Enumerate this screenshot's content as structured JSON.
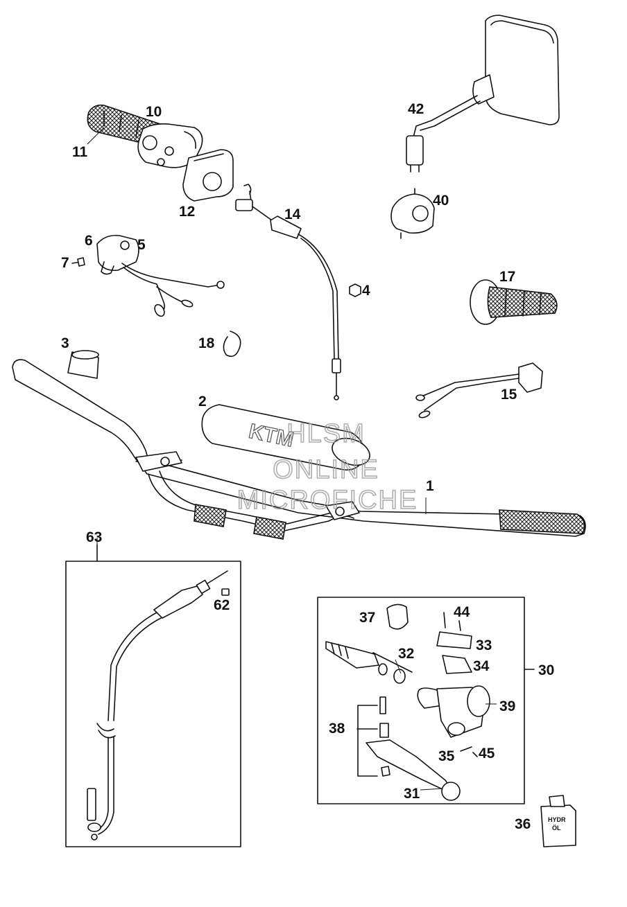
{
  "callouts": {
    "c1": "1",
    "c2": "2",
    "c3": "3",
    "c4": "4",
    "c5": "5",
    "c6": "6",
    "c7": "7",
    "c10": "10",
    "c11": "11",
    "c12": "12",
    "c14": "14",
    "c15": "15",
    "c17": "17",
    "c18": "18",
    "c30": "30",
    "c31": "31",
    "c32": "32",
    "c33": "33",
    "c34": "34",
    "c35": "35",
    "c36": "36",
    "c37": "37",
    "c38": "38",
    "c39": "39",
    "c40": "40",
    "c42": "42",
    "c44": "44",
    "c45": "45",
    "c62": "62",
    "c63": "63"
  },
  "watermark": {
    "line1": "HLSM",
    "line2": "ONLINE",
    "line3": "MICROFICHE"
  },
  "logo_text": "KTM",
  "bottle_text": {
    "line1": "HYDR",
    "line2": "ÖL"
  }
}
